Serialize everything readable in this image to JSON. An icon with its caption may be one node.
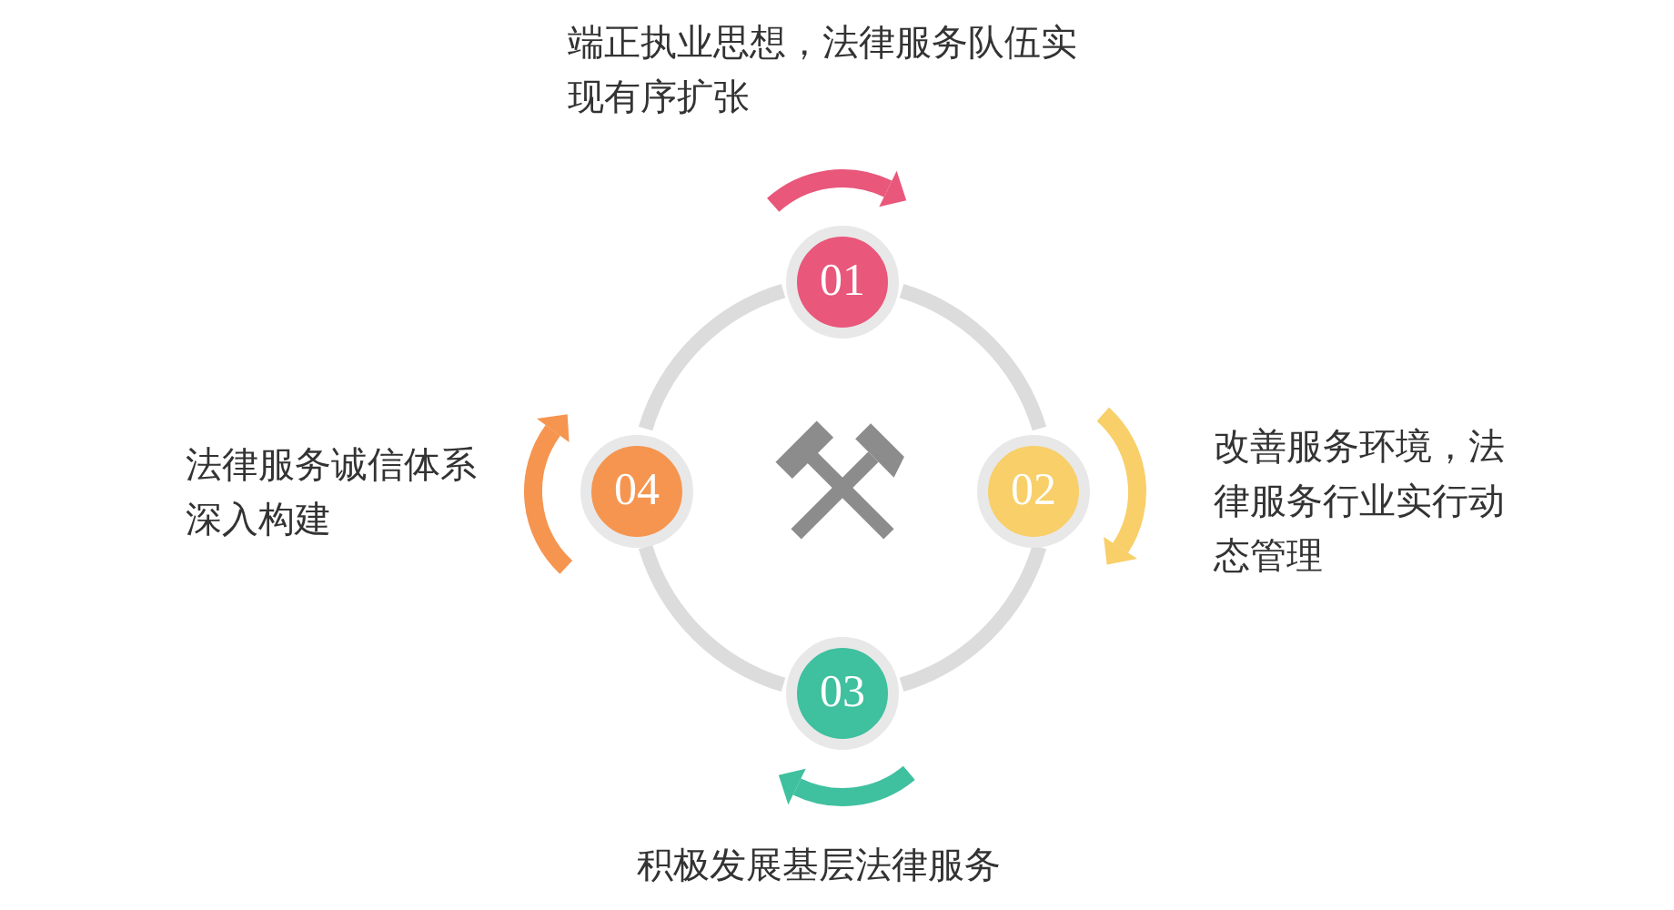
{
  "diagram": {
    "nodes": [
      {
        "text": [
          "01"
        ],
        "beside": [
          "端正执业思想，法律服务队伍实现有序扩张"
        ]
      },
      {
        "text": [
          "02"
        ],
        "beside": [
          "改善服务环境，法律服务行业实行动态管理"
        ]
      },
      {
        "text": [
          "03"
        ],
        "beside": [
          "积极发展基层法律服务"
        ]
      },
      {
        "text": [
          "04"
        ],
        "beside": [
          "法律服务诚信体系深入构建"
        ]
      }
    ],
    "edges": [
      {
        "from": 0,
        "to": 1,
        "arrow": "none"
      },
      {
        "from": 1,
        "to": 2,
        "arrow": "none"
      },
      {
        "from": 2,
        "to": 3,
        "arrow": "none"
      },
      {
        "from": 3,
        "to": 0,
        "arrow": "none"
      }
    ]
  }
}
